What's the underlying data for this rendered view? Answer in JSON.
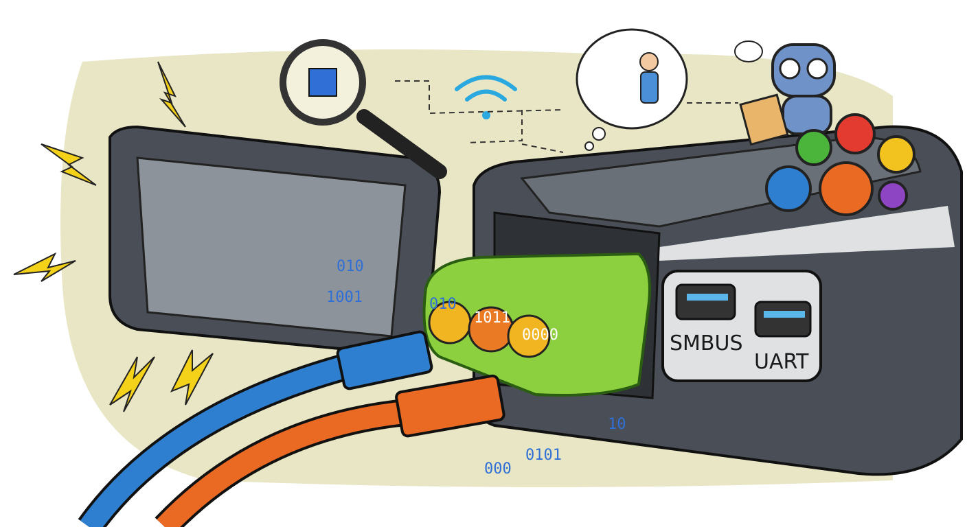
{
  "illustration": {
    "port_labels": [
      "SMBUS",
      "UART"
    ],
    "binary_snippets": [
      "010",
      "1001",
      "010",
      "1011",
      "0000",
      "000",
      "0101",
      "10"
    ],
    "colors": {
      "background_wash": "#e8e6c4",
      "device_body": "#4a4f57",
      "device_panel": "#dfe1e3",
      "battery_green": "#8ccf3f",
      "cable_blue": "#2f7fd0",
      "cable_orange": "#ea6a24",
      "lightning_yellow": "#f5d21a",
      "robot_blue": "#6f93c9",
      "port_accent": "#5bb6ea"
    },
    "icons": [
      "magnifier-chip-icon",
      "wifi-icon",
      "thought-bubble-technician-icon",
      "robot-clipboard-icon",
      "gears-icon",
      "lightning-icon"
    ]
  }
}
